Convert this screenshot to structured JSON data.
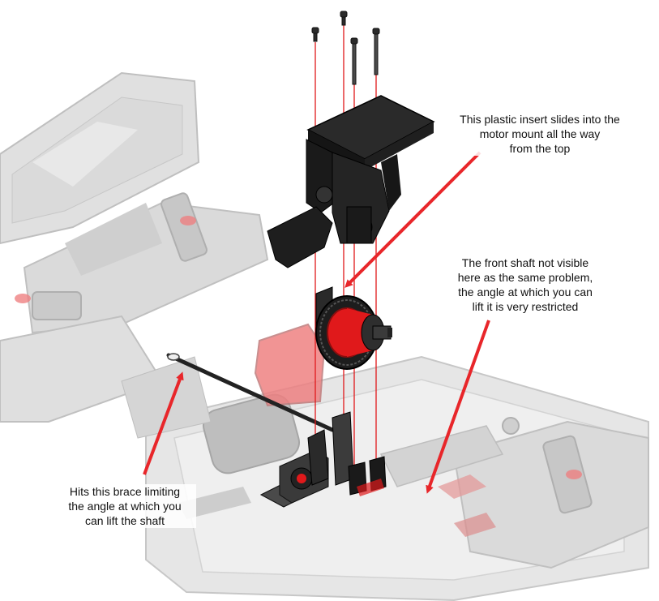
{
  "colors": {
    "accent_red": "#e0191b",
    "arrow_red": "#e8262a",
    "part_black": "#1b1b1b",
    "chassis_grey": "#c4c4c4"
  },
  "annotations": {
    "insert_note": "This plastic insert slides into the\nmotor mount all the way\nfrom the top",
    "front_shaft_note": "The front shaft not visible\nhere as the same problem,\nthe angle at which you can\nlift it is very restricted",
    "brace_note": "Hits this brace limiting\nthe angle at which you\ncan lift the shaft"
  }
}
